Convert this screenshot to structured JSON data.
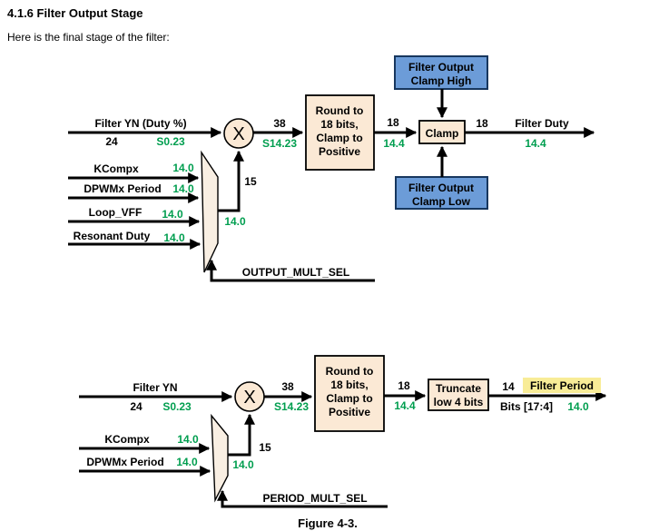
{
  "doc": {
    "heading": "4.1.6 Filter Output Stage",
    "intro": "Here is the final stage of the filter:",
    "figure_caption": "Figure 4-3."
  },
  "colors": {
    "signal_green": "#009E4F",
    "blue_box_fill": "#6C9CD8",
    "blue_box_border": "#17375E",
    "process_box_fill": "#FBE9D5",
    "mux_fill": "#F9EFE3",
    "highlight_yellow": "#F8EC97",
    "line_black": "#000000"
  },
  "duty_stage": {
    "input": {
      "label": "Filter YN (Duty %)",
      "bits": "24",
      "format": "S0.23"
    },
    "mux": {
      "inputs": [
        {
          "label": "KCompx",
          "format": "14.0"
        },
        {
          "label": "DPWMx Period",
          "format": "14.0"
        },
        {
          "label": "Loop_VFF",
          "format": "14.0"
        },
        {
          "label": "Resonant Duty",
          "format": "14.0"
        }
      ],
      "output_format": "14.0",
      "output_bits": "15",
      "select": "OUTPUT_MULT_SEL"
    },
    "multiplier": {
      "symbol": "X",
      "output_bits": "38",
      "output_format": "S14.23"
    },
    "round_box": {
      "line1": "Round to",
      "line2": "18 bits,",
      "line3": "Clamp to",
      "line4": "Positive"
    },
    "round_output": {
      "bits": "18",
      "format": "14.4"
    },
    "clamp": {
      "label": "Clamp"
    },
    "clamp_high": {
      "line1": "Filter Output",
      "line2": "Clamp High"
    },
    "clamp_low": {
      "line1": "Filter Output",
      "line2": "Clamp Low"
    },
    "output": {
      "bits": "18",
      "label": "Filter Duty",
      "format": "14.4"
    }
  },
  "period_stage": {
    "input": {
      "label": "Filter YN",
      "bits": "24",
      "format": "S0.23"
    },
    "mux": {
      "inputs": [
        {
          "label": "KCompx",
          "format": "14.0"
        },
        {
          "label": "DPWMx Period",
          "format": "14.0"
        }
      ],
      "output_format": "14.0",
      "output_bits": "15",
      "select": "PERIOD_MULT_SEL"
    },
    "multiplier": {
      "symbol": "X",
      "output_bits": "38",
      "output_format": "S14.23"
    },
    "round_box": {
      "line1": "Round to",
      "line2": "18 bits,",
      "line3": "Clamp to",
      "line4": "Positive"
    },
    "round_output": {
      "bits": "18",
      "format": "14.4"
    },
    "truncate_box": {
      "line1": "Truncate",
      "line2": "low 4 bits"
    },
    "output": {
      "bits": "14",
      "label": "Filter Period",
      "sub_label": "Bits [17:4]",
      "format": "14.0"
    }
  }
}
